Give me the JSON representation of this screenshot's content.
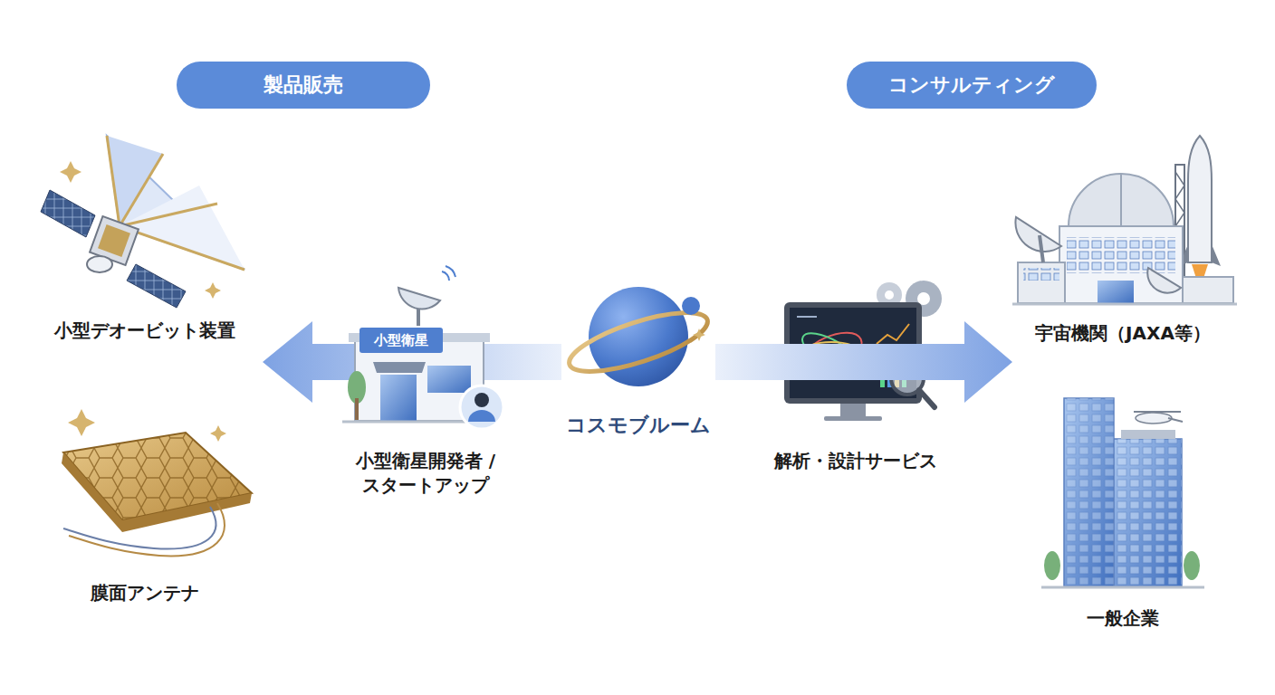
{
  "diagram": {
    "nodes": [
      {
        "text": [
          "製品販売"
        ]
      },
      {
        "text": [
          "コンサルティング"
        ]
      },
      {
        "text": [
          "小型衛星"
        ]
      }
    ],
    "labels": [
      "小型デオービット装置",
      "膜面アンテナ",
      "小型衛星開発者 / スタートアップ",
      "コスモブルーム",
      "解析・設計サービス",
      "宇宙機関（JAXA等）",
      "一般企業"
    ]
  }
}
